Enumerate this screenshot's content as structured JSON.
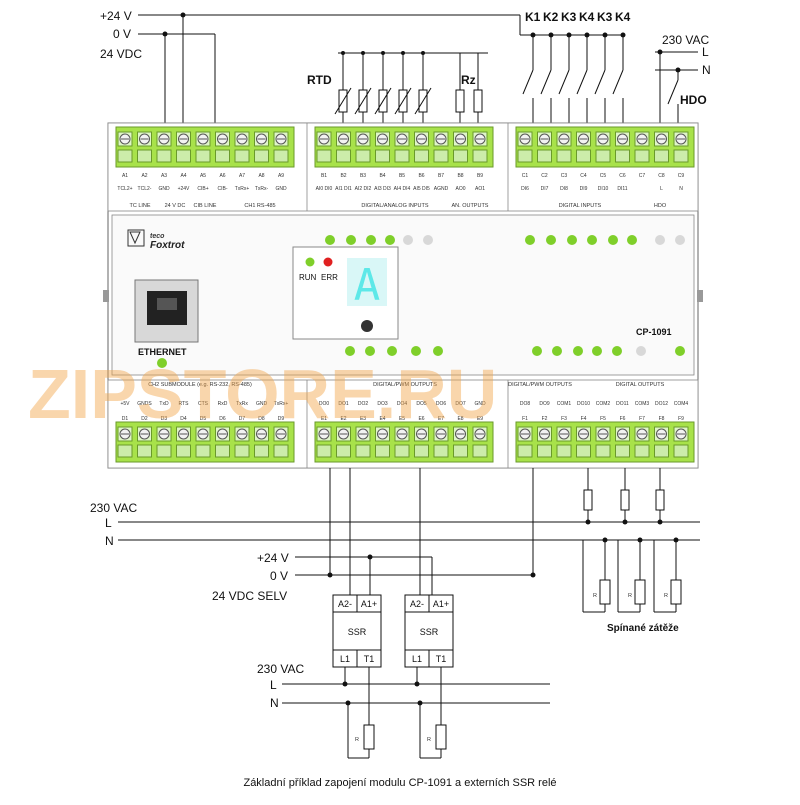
{
  "supply": {
    "p24": "+24 V",
    "zero": "0 V",
    "vdc": "24 VDC"
  },
  "relays": [
    "K1",
    "K2",
    "K3",
    "K4",
    "K3",
    "K4"
  ],
  "vac_top": {
    "title": "230 VAC",
    "l": "L",
    "n": "N",
    "hdo": "HDO"
  },
  "sensors": {
    "rtd": "RTD",
    "rz": "Rz"
  },
  "top_terms": {
    "a": [
      "A1",
      "A2",
      "A3",
      "A4",
      "A5",
      "A6",
      "A7",
      "A8",
      "A9"
    ],
    "b": [
      "B1",
      "B2",
      "B3",
      "B4",
      "B5",
      "B6",
      "B7",
      "B8",
      "B9"
    ],
    "c": [
      "C1",
      "C2",
      "C3",
      "C4",
      "C5",
      "C6",
      "C7",
      "C8",
      "C9"
    ],
    "a_sig": [
      "TCL2+",
      "TCL2-",
      "GND",
      "+24V",
      "CIB+",
      "CIB-",
      "TxRx+",
      "TxRx-",
      "GND"
    ],
    "b_sig": [
      "AI0 DI0",
      "AI1 DI1",
      "AI2 DI2",
      "AI3 DI3",
      "AI4 DI4",
      "AI5 DI5",
      "AGND",
      "AO0",
      "AO1"
    ],
    "c_sig": [
      "DI6",
      "DI7",
      "DI8",
      "DI9",
      "DI10",
      "DI11",
      "",
      "L",
      "N"
    ],
    "groups_a": [
      "TC LINE",
      "24 V DC",
      "CIB LINE",
      "CH1 RS-485"
    ],
    "groups_b": [
      "DIGITAL/ANALOG INPUTS",
      "AN. OUTPUTS"
    ],
    "groups_c": [
      "DIGITAL INPUTS",
      "HDO"
    ]
  },
  "bot_terms": {
    "d": [
      "D1",
      "D2",
      "D3",
      "D4",
      "D5",
      "D6",
      "D7",
      "D8",
      "D9"
    ],
    "e": [
      "E1",
      "E2",
      "E3",
      "E4",
      "E5",
      "E6",
      "E7",
      "E8",
      "E9"
    ],
    "f": [
      "F1",
      "F2",
      "F3",
      "F4",
      "F5",
      "F6",
      "F7",
      "F8",
      "F9"
    ],
    "d_sig": [
      "+5V",
      "GNDS",
      "TxD",
      "RTS",
      "CTS",
      "RxD",
      "TxRx",
      "GND",
      "TxRx+"
    ],
    "e_sig": [
      "DO0",
      "DO1",
      "DO2",
      "DO3",
      "DO4",
      "DO5",
      "DO6",
      "DO7",
      "GND"
    ],
    "f_sig": [
      "DO8",
      "DO9",
      "COM1",
      "DO10",
      "COM2",
      "DO11",
      "COM3",
      "DO12",
      "COM4"
    ],
    "groups_d": [
      "CH2 SUBMODULE (e.g. RS-232, RS-485)"
    ],
    "groups_e": [
      "DIGITAL/PWM OUTPUTS"
    ],
    "groups_f": [
      "DIGITAL/PWM OUTPUTS",
      "DIGITAL OUTPUTS"
    ]
  },
  "device": {
    "brand_top": "teco",
    "brand": "Foxtrot",
    "run": "RUN",
    "err": "ERR",
    "digit": "A",
    "ethernet": "ETHERNET",
    "model": "CP-1091"
  },
  "load_side": {
    "vac": "230 VAC",
    "l": "L",
    "n": "N",
    "r": "R",
    "caption": "Spínané zátěže"
  },
  "ssr_side": {
    "p24": "+24 V",
    "zero": "0 V",
    "selv": "24 VDC SELV",
    "vac": "230 VAC",
    "l": "L",
    "n": "N",
    "ssr": {
      "a2": "A2-",
      "a1": "A1+",
      "name": "SSR",
      "l1": "L1",
      "t1": "T1"
    },
    "r": "R"
  },
  "watermark": "ZIPSTORE.RU",
  "caption": "Základní příklad zapojení modulu CP-1091 a externích SSR relé",
  "colors": {
    "terminal": "#a8e24a",
    "led": "#7fcf2a",
    "led_off": "#d8d8d8",
    "err": "#e02020",
    "display": "#5de8e8",
    "watermark_a": "#f2a54a",
    "watermark_b": "#c8c8c8"
  }
}
